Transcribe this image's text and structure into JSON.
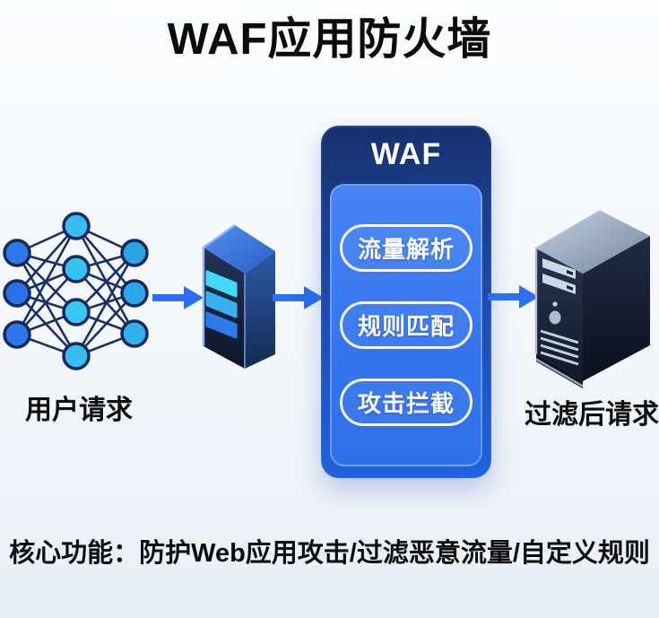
{
  "title": "WAF应用防火墙",
  "diagram": {
    "input": {
      "label": "用户请求",
      "icon": "neural-network-icon"
    },
    "gateway": {
      "icon": "server-box-icon"
    },
    "waf": {
      "title": "WAF",
      "features": [
        {
          "label": "流量解析"
        },
        {
          "label": "规则匹配"
        },
        {
          "label": "攻击拦截"
        }
      ]
    },
    "output": {
      "label": "过滤后请求",
      "icon": "server-tower-icon"
    }
  },
  "footer": {
    "text": "核心功能：防护Web应用攻击/过滤恶意流量/自定义规则"
  },
  "colors": {
    "accent_arrow_blue": "#2b6ef2",
    "waf_box_top": "#17306b",
    "waf_box_bottom": "#2063e0",
    "waf_inner_blue": "#3b7cf0",
    "node_royal_blue": "#2e78e8",
    "node_cyan": "#35bdf0",
    "node_edge_navy": "#1b2f63",
    "text_black": "#0d0d0d"
  }
}
